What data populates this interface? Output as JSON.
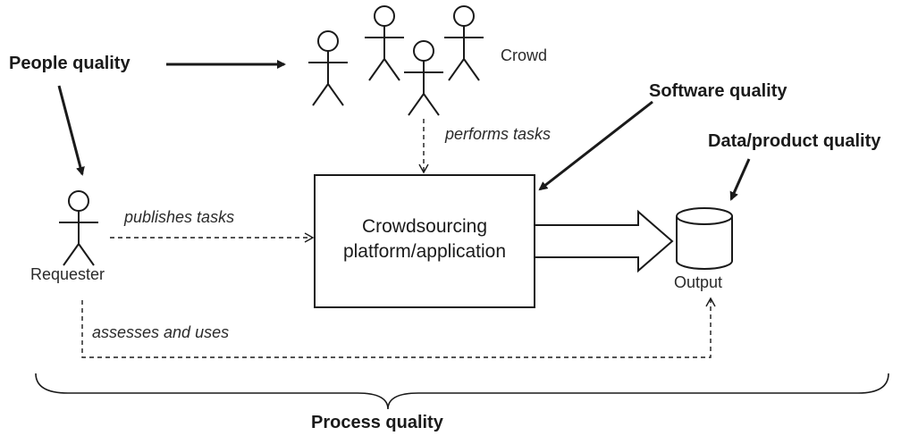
{
  "labels": {
    "people_quality": "People quality",
    "software_quality": "Software quality",
    "data_product_quality": "Data/product quality",
    "process_quality": "Process quality",
    "crowd": "Crowd",
    "requester": "Requester",
    "output": "Output",
    "platform_line1": "Crowdsourcing",
    "platform_line2": "platform/application",
    "publishes_tasks": "publishes tasks",
    "performs_tasks": "performs tasks",
    "assesses_and_uses": "assesses and uses"
  },
  "icons": {
    "actor": "stick-figure-icon",
    "storage": "cylinder-database-icon"
  },
  "colors": {
    "stroke": "#1a1a1a",
    "background": "#ffffff"
  }
}
